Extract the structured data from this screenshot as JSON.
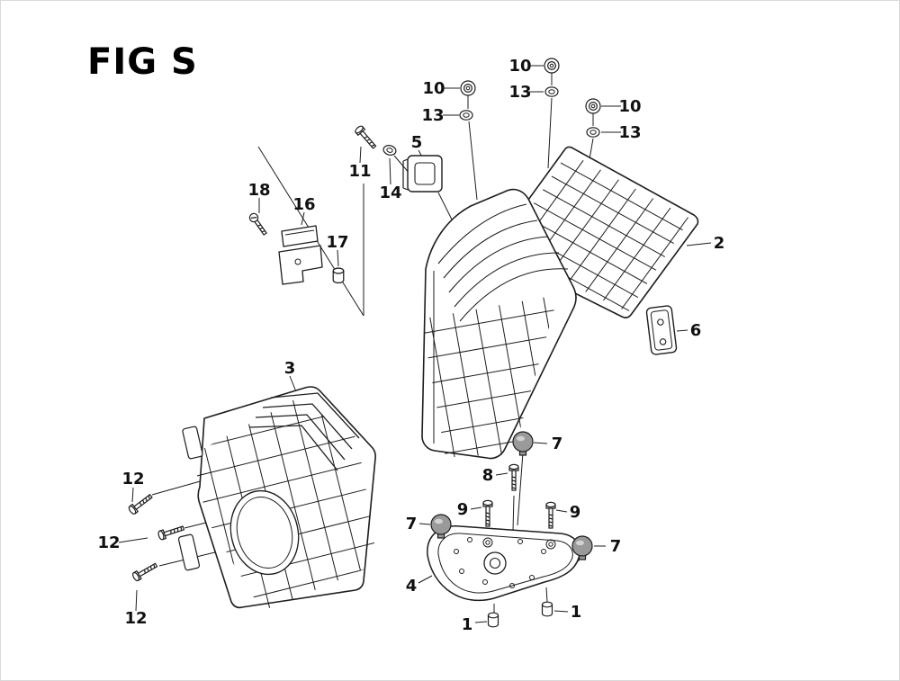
{
  "figure": {
    "title": "FIG S"
  },
  "colors": {
    "line": "#1d1d1d",
    "background": "#ffffff",
    "grommet_fill": "#9a9a9a",
    "grommet_highlight": "#d2d2d2"
  },
  "callouts": [
    {
      "label": "10"
    },
    {
      "label": "13"
    },
    {
      "label": "10"
    },
    {
      "label": "13"
    },
    {
      "label": "10"
    },
    {
      "label": "13"
    },
    {
      "label": "5"
    },
    {
      "label": "11"
    },
    {
      "label": "14"
    },
    {
      "label": "18"
    },
    {
      "label": "16"
    },
    {
      "label": "17"
    },
    {
      "label": "2"
    },
    {
      "label": "6"
    },
    {
      "label": "3"
    },
    {
      "label": "12"
    },
    {
      "label": "12"
    },
    {
      "label": "12"
    },
    {
      "label": "7"
    },
    {
      "label": "8"
    },
    {
      "label": "9"
    },
    {
      "label": "9"
    },
    {
      "label": "7"
    },
    {
      "label": "7"
    },
    {
      "label": "4"
    },
    {
      "label": "1"
    },
    {
      "label": "1"
    }
  ]
}
